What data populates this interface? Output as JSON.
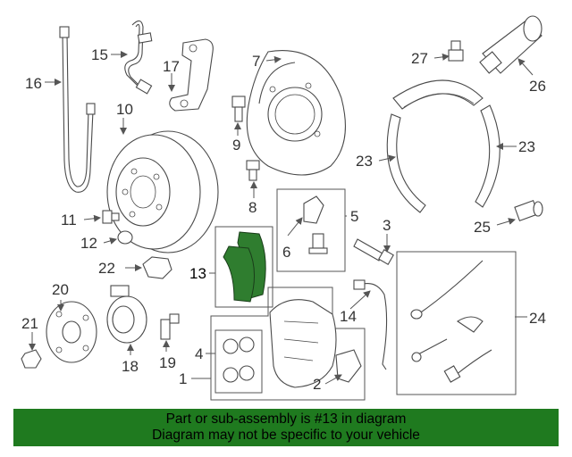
{
  "colors": {
    "highlight": "#2f7d2f",
    "banner_bg": "#1f7a1f",
    "banner_text": "#000000",
    "line": "#4a4a4a"
  },
  "callouts": [
    "1",
    "2",
    "3",
    "4",
    "5",
    "6",
    "7",
    "8",
    "9",
    "10",
    "11",
    "12",
    "13",
    "14",
    "15",
    "16",
    "17",
    "19",
    "20",
    "21",
    "22",
    "23",
    "24",
    "25",
    "26",
    "27"
  ],
  "callout_18": "18",
  "callout_23b": "23",
  "highlighted_part": "13",
  "banner": {
    "line1": "Part or sub-assembly is #13 in diagram",
    "line2": "Diagram may not be specific to your vehicle"
  }
}
